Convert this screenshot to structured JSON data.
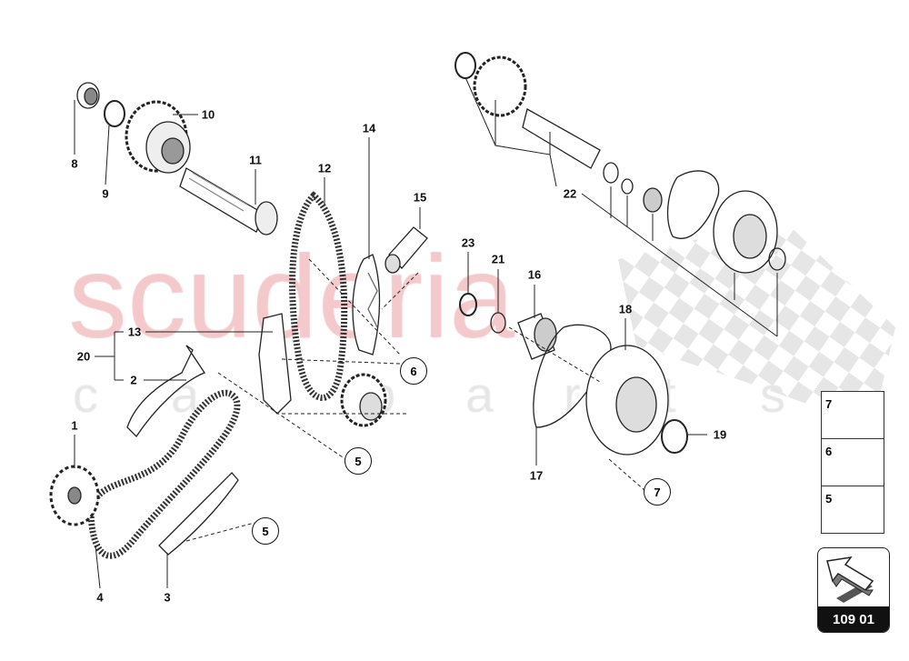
{
  "watermark": {
    "line1": "scuderia",
    "line2": "carparts"
  },
  "labels": [
    "1",
    "2",
    "3",
    "4",
    "8",
    "9",
    "10",
    "11",
    "12",
    "13",
    "14",
    "15",
    "16",
    "17",
    "18",
    "19",
    "20",
    "21",
    "22",
    "23"
  ],
  "callouts": [
    "6",
    "5",
    "5",
    "7"
  ],
  "legend": {
    "rows": [
      {
        "number": "7",
        "icon": "torx-bolt-icon"
      },
      {
        "number": "6",
        "icon": "allen-bolt-short-icon"
      },
      {
        "number": "5",
        "icon": "allen-bolt-long-icon"
      }
    ]
  },
  "page_box": {
    "code": "109 01",
    "icon": "arrow-icon"
  }
}
